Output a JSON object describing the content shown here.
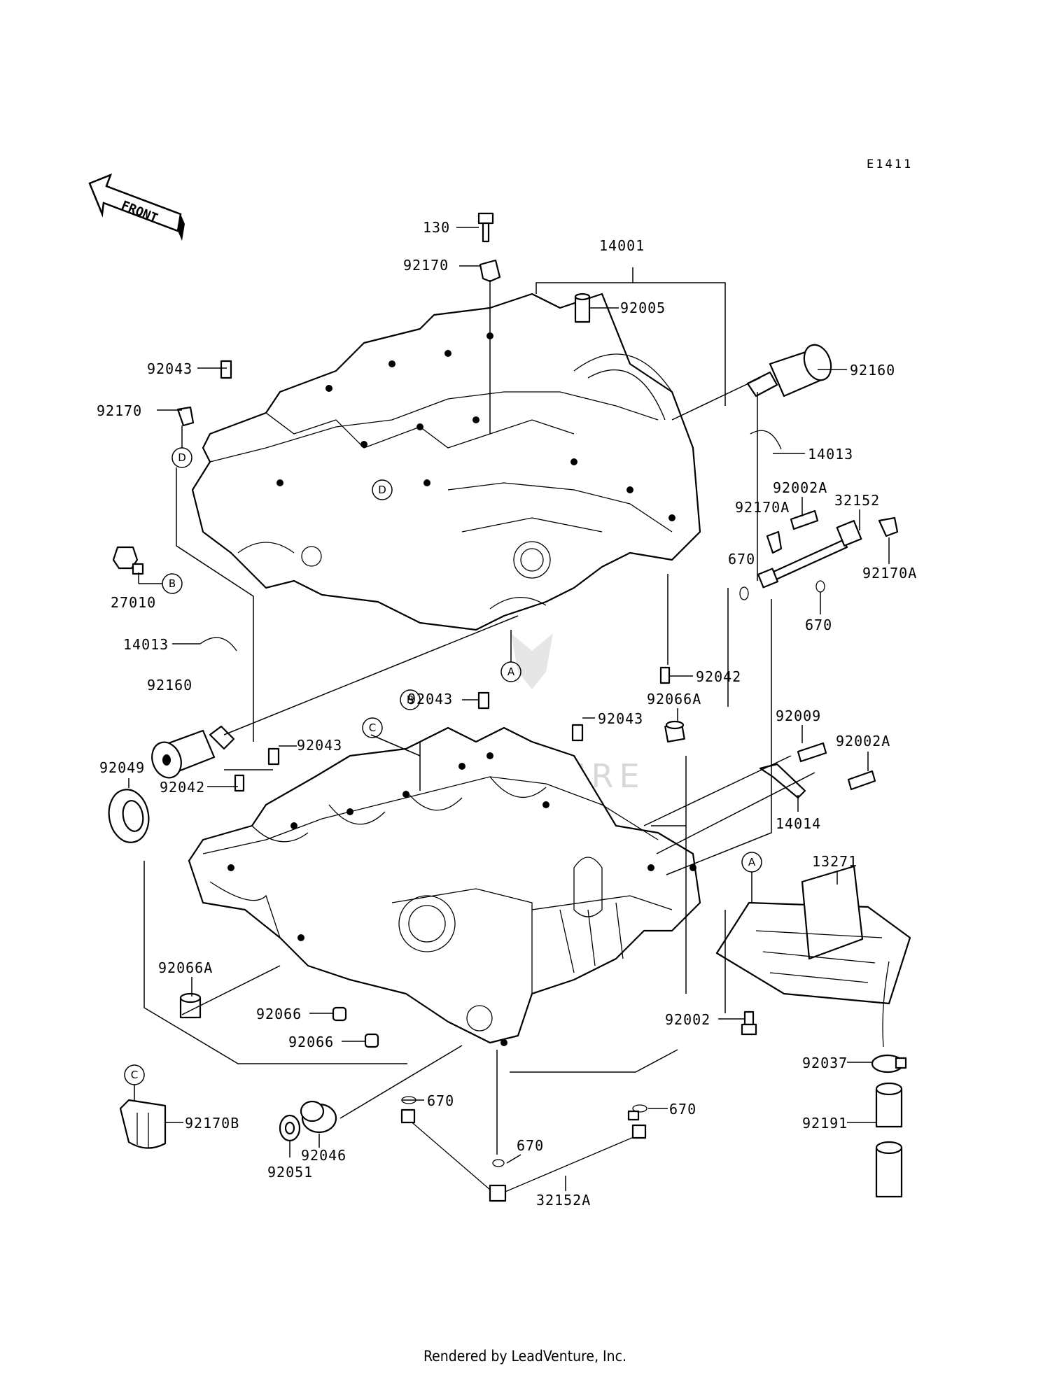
{
  "diagram_code": "E1411",
  "front_label": "FRONT",
  "watermark": "LEADVENTURE",
  "footer": "Rendered by LeadVenture, Inc.",
  "parts": [
    {
      "id": "p130",
      "label": "130"
    },
    {
      "id": "p92170a",
      "label": "92170"
    },
    {
      "id": "p14001",
      "label": "14001"
    },
    {
      "id": "p92005",
      "label": "92005"
    },
    {
      "id": "p92043a",
      "label": "92043"
    },
    {
      "id": "p92160a",
      "label": "92160"
    },
    {
      "id": "p92170b",
      "label": "92170"
    },
    {
      "id": "p14013a",
      "label": "14013"
    },
    {
      "id": "p92002aa",
      "label": "92002A"
    },
    {
      "id": "p92170aa",
      "label": "92170A"
    },
    {
      "id": "p32152",
      "label": "32152"
    },
    {
      "id": "p670a",
      "label": "670"
    },
    {
      "id": "p92170ab",
      "label": "92170A"
    },
    {
      "id": "p27010",
      "label": "27010"
    },
    {
      "id": "p670b",
      "label": "670"
    },
    {
      "id": "p14013b",
      "label": "14013"
    },
    {
      "id": "p92042a",
      "label": "92042"
    },
    {
      "id": "p92043b",
      "label": "92043"
    },
    {
      "id": "p92160b",
      "label": "92160"
    },
    {
      "id": "p92043c",
      "label": "92043"
    },
    {
      "id": "p92066aa",
      "label": "92066A"
    },
    {
      "id": "p92009",
      "label": "92009"
    },
    {
      "id": "p92002ab",
      "label": "92002A"
    },
    {
      "id": "p92043d",
      "label": "92043"
    },
    {
      "id": "p92049",
      "label": "92049"
    },
    {
      "id": "p92042b",
      "label": "92042"
    },
    {
      "id": "p14014",
      "label": "14014"
    },
    {
      "id": "p13271",
      "label": "13271"
    },
    {
      "id": "p92066ab",
      "label": "92066A"
    },
    {
      "id": "p92066a",
      "label": "92066"
    },
    {
      "id": "p92002",
      "label": "92002"
    },
    {
      "id": "p92066b",
      "label": "92066"
    },
    {
      "id": "p92037",
      "label": "92037"
    },
    {
      "id": "p670c",
      "label": "670"
    },
    {
      "id": "p670d",
      "label": "670"
    },
    {
      "id": "p92170bb",
      "label": "92170B"
    },
    {
      "id": "p670e",
      "label": "670"
    },
    {
      "id": "p92191",
      "label": "92191"
    },
    {
      "id": "p92046",
      "label": "92046"
    },
    {
      "id": "p92051",
      "label": "92051"
    },
    {
      "id": "p32152a",
      "label": "32152A"
    }
  ],
  "refs": {
    "a": "A",
    "b": "B",
    "c": "C",
    "d": "D"
  }
}
